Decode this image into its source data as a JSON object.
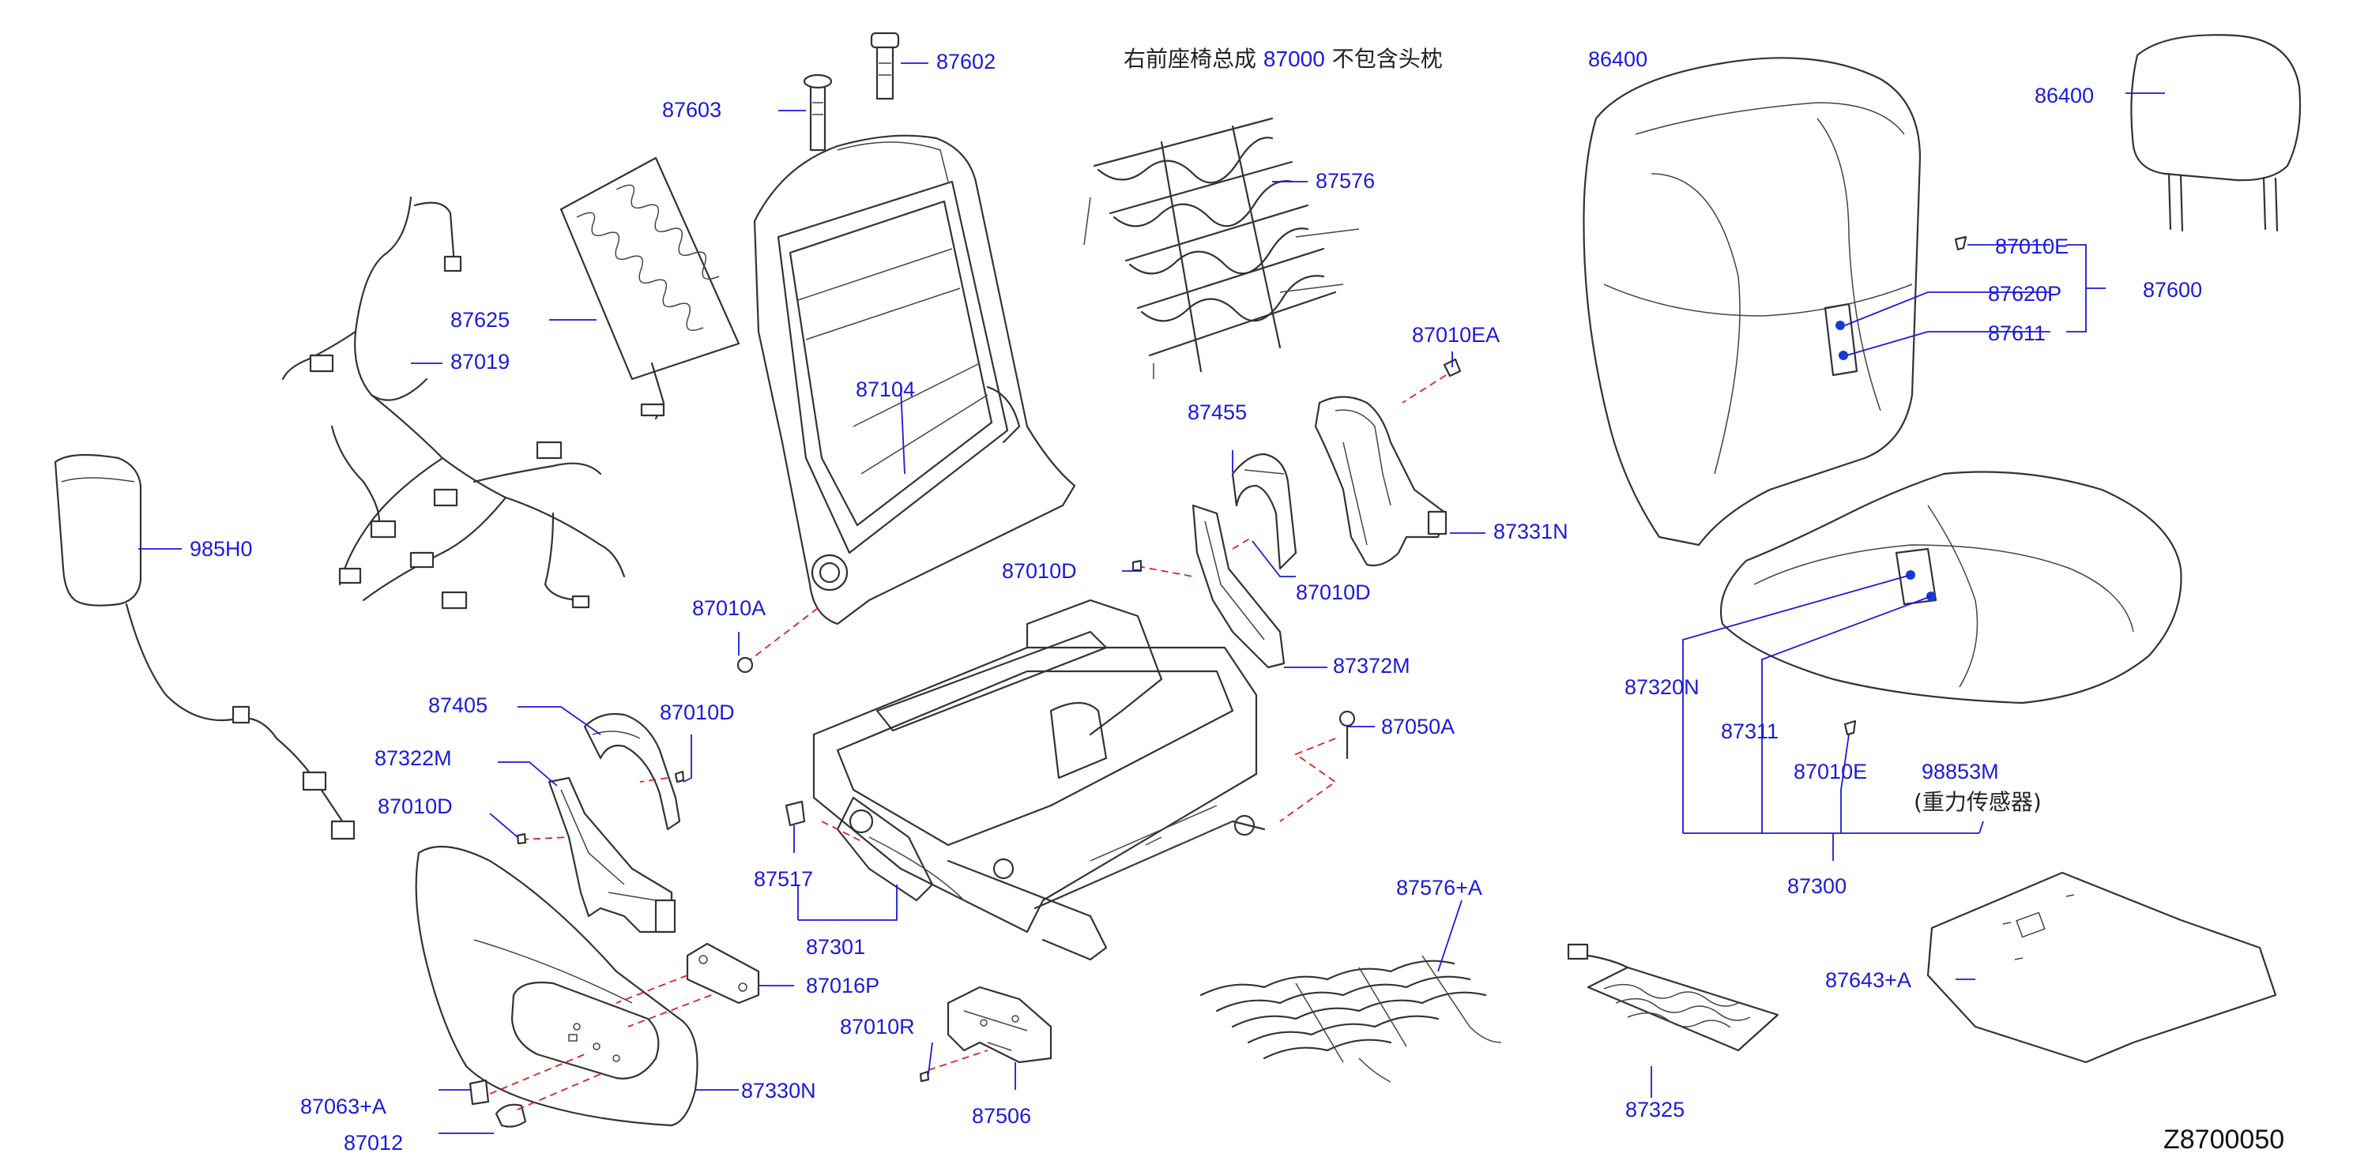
{
  "title": {
    "prefix": "右前座椅总成",
    "assembly_no": "87000",
    "suffix": "不包含头枕"
  },
  "diagram_id": "Z8700050",
  "parts": {
    "p87602": "87602",
    "p87603": "87603",
    "p87576": "87576",
    "p87625": "87625",
    "p87019": "87019",
    "p87104": "87104",
    "p985H0": "985H0",
    "p87010EA": "87010EA",
    "p87455": "87455",
    "p87331N": "87331N",
    "p87010D_a": "87010D",
    "p87010D_b": "87010D",
    "p87010D_c": "87010D",
    "p87010D_d": "87010D",
    "p87010A": "87010A",
    "p87372M": "87372M",
    "p87405": "87405",
    "p87322M": "87322M",
    "p87050A": "87050A",
    "p87517": "87517",
    "p87301": "87301",
    "p87016P": "87016P",
    "p87576A": "87576+A",
    "p87010R": "87010R",
    "p87063A": "87063+A",
    "p87012": "87012",
    "p87330N": "87330N",
    "p87506": "87506",
    "p86400_top": "86400",
    "p86400_head": "86400",
    "p87010E_a": "87010E",
    "p87620P": "87620P",
    "p87600": "87600",
    "p87611": "87611",
    "p87320N": "87320N",
    "p87311": "87311",
    "p87010E_b": "87010E",
    "p98853M": "98853M",
    "p98853M_note": "(重力传感器)",
    "p87300": "87300",
    "p87643A": "87643+A",
    "p87325": "87325"
  }
}
